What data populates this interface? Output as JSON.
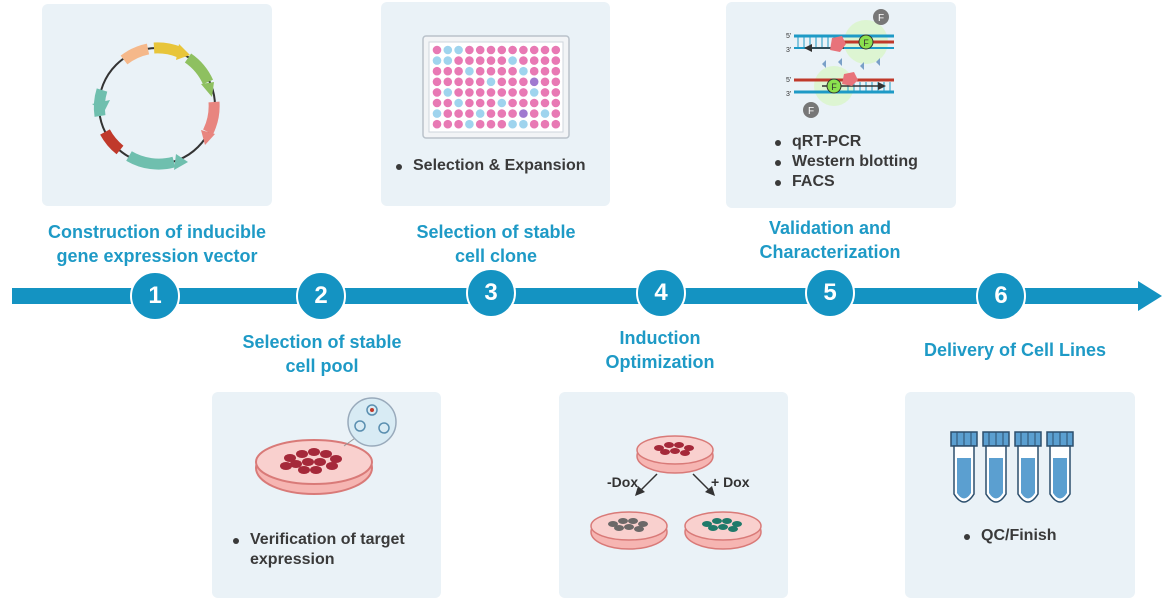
{
  "steps": [
    {
      "number": "1",
      "title_lines": [
        "Construction of inducible",
        "gene expression vector"
      ],
      "bullets": [],
      "icon": "plasmid-icon"
    },
    {
      "number": "2",
      "title_lines": [
        "Selection of stable",
        "cell pool"
      ],
      "bullets": [
        "Verification of target",
        "expression"
      ],
      "icon": "petri-dish-icon"
    },
    {
      "number": "3",
      "title_lines": [
        "Selection of stable",
        "cell clone"
      ],
      "bullets": [
        "Selection & Expansion"
      ],
      "icon": "well-plate-icon"
    },
    {
      "number": "4",
      "title_lines": [
        "Induction",
        "Optimization"
      ],
      "bullets": [],
      "icon": "dox-induction-icon",
      "labels": {
        "minus_dox": "-Dox",
        "plus_dox": "+ Dox"
      }
    },
    {
      "number": "5",
      "title_lines": [
        "Validation and",
        "Characterization"
      ],
      "bullets": [
        "qRT-PCR",
        "Western blotting",
        "FACS"
      ],
      "icon": "qpcr-probe-icon",
      "labels": {
        "fluor": "F",
        "five_prime": "5'",
        "three_prime": "3'"
      }
    },
    {
      "number": "6",
      "title_lines": [
        "Delivery of Cell Lines"
      ],
      "bullets": [
        "QC/Finish"
      ],
      "icon": "test-tubes-icon"
    }
  ],
  "colors": {
    "accent": "#1e9ac6",
    "arrow": "#1493c2",
    "card": "#eaf2f7",
    "text": "#3a3a3a"
  }
}
